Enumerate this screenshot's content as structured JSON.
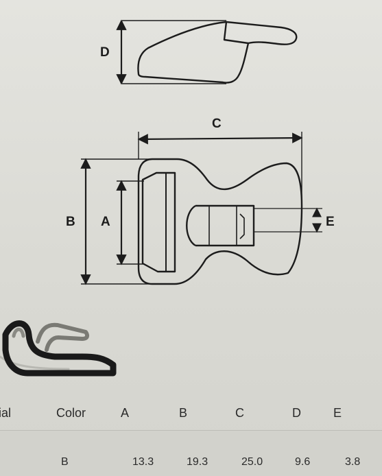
{
  "dimension_labels": {
    "a": "A",
    "b": "B",
    "c": "C",
    "d": "D",
    "e": "E"
  },
  "spec_table": {
    "headers": {
      "material": "ial",
      "color": "Color",
      "a": "A",
      "b": "B",
      "c": "C",
      "d": "D",
      "e": "E"
    },
    "row": {
      "color": "B",
      "a": "13.3",
      "b": "19.3",
      "c": "25.0",
      "d": "9.6",
      "e": "3.8"
    }
  },
  "colors": {
    "line": "#1c1c1c",
    "background": "#dcdcd6"
  }
}
